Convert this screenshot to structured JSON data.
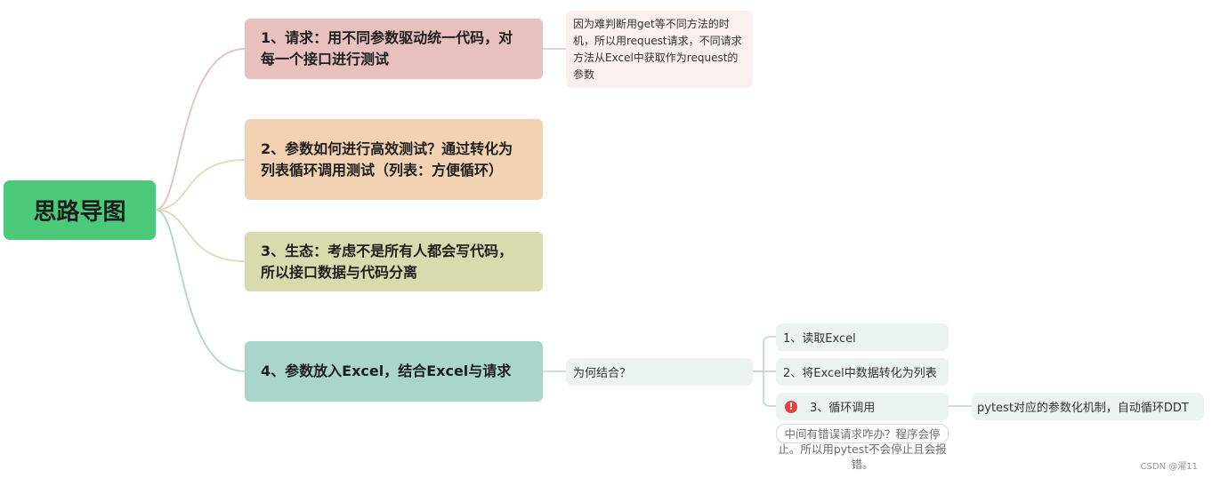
{
  "root": {
    "label": "思路导图"
  },
  "branches": [
    {
      "label": "1、请求：用不同参数驱动统一代码，对每一个接口进行测试",
      "color": "#e8c0be"
    },
    {
      "label": "2、参数如何进行高效测试？通过转化为列表循环调用测试（列表：方便循环）",
      "color": "#f2d2b2"
    },
    {
      "label": "3、生态：考虑不是所有人都会写代码，所以接口数据与代码分离",
      "color": "#d7dbae"
    },
    {
      "label": "4、参数放入Excel，结合Excel与请求",
      "color": "#a9d5cb"
    }
  ],
  "note_1": {
    "text": "因为难判断用get等不同方法的时机，所以用request请求，不同请求方法从Excel中获取作为request的参数"
  },
  "why": {
    "label": "为何结合？"
  },
  "steps": [
    {
      "label": "1、读取Excel"
    },
    {
      "label": "2、将Excel中数据转化为列表"
    },
    {
      "label": "3、循环调用",
      "marker": "error-icon"
    }
  ],
  "ddt": {
    "label": "pytest对应的参数化机制，自动循环DDT"
  },
  "comment": {
    "text": "中间有错误请求咋办？程序会停止。所以用pytest不会停止且会报错。"
  },
  "watermark": {
    "text": "CSDN @濯11"
  },
  "colors": {
    "root": "#4dc97c",
    "step_bg": "#ebf4f1",
    "note_bg": "#faf0ee",
    "error": "#e8403e"
  }
}
